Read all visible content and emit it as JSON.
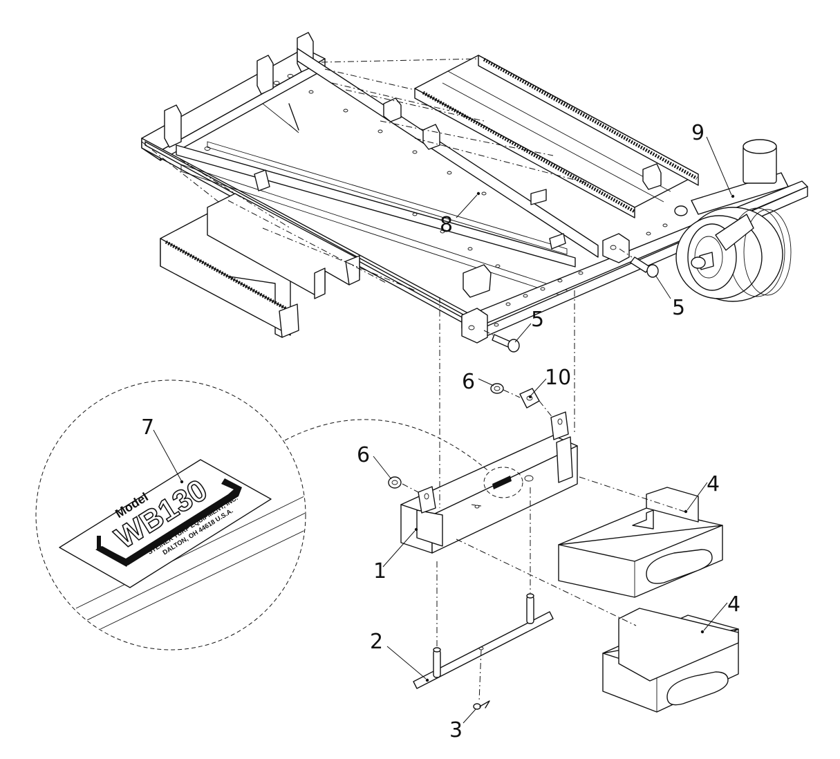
{
  "callouts": [
    {
      "id": "1",
      "label": "1"
    },
    {
      "id": "2",
      "label": "2"
    },
    {
      "id": "3",
      "label": "3"
    },
    {
      "id": "4a",
      "label": "4"
    },
    {
      "id": "4b",
      "label": "4"
    },
    {
      "id": "5a",
      "label": "5"
    },
    {
      "id": "5b",
      "label": "5"
    },
    {
      "id": "6a",
      "label": "6"
    },
    {
      "id": "6b",
      "label": "6"
    },
    {
      "id": "7",
      "label": "7"
    },
    {
      "id": "8",
      "label": "8"
    },
    {
      "id": "9",
      "label": "9"
    },
    {
      "id": "10",
      "label": "10"
    }
  ],
  "decal": {
    "model_label": "Model",
    "model_number": "WB130",
    "company": "STEINER TURF EQUIPMENT, INC.",
    "address": "DALTON, OH 44618 U.S.A."
  }
}
